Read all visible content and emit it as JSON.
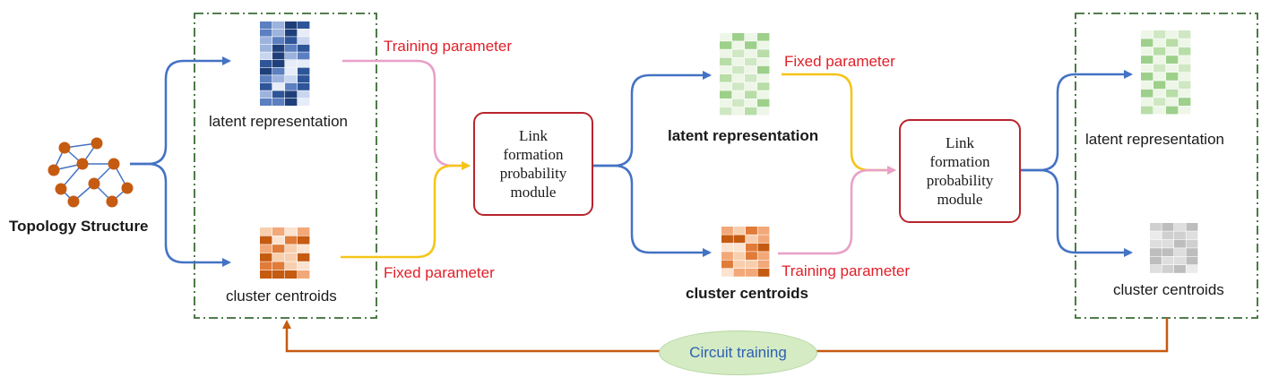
{
  "stage1": {
    "input_label": "Topology Structure",
    "latent_label": "latent representation",
    "centroid_label": "cluster centroids",
    "training_param": "Training parameter",
    "fixed_param": "Fixed parameter"
  },
  "module1": {
    "lines": [
      "Link",
      "formation",
      "probability",
      "module"
    ]
  },
  "stage2": {
    "latent_label": "latent representation",
    "centroid_label": "cluster centroids",
    "fixed_param": "Fixed parameter",
    "training_param": "Training parameter"
  },
  "module2": {
    "lines": [
      "Link",
      "formation",
      "probability",
      "module"
    ]
  },
  "stage3": {
    "latent_label": "latent representation",
    "centroid_label": "cluster centroids"
  },
  "loop": {
    "label": "Circuit training"
  },
  "colors": {
    "blue_arrow": "#4472c4",
    "pink_arrow": "#e8a0c8",
    "yellow_arrow": "#f5c518",
    "loop_arrow": "#c55a11",
    "node": "#c55a11",
    "dash_box": "#3a6b35",
    "module_border": "#b8242c"
  }
}
